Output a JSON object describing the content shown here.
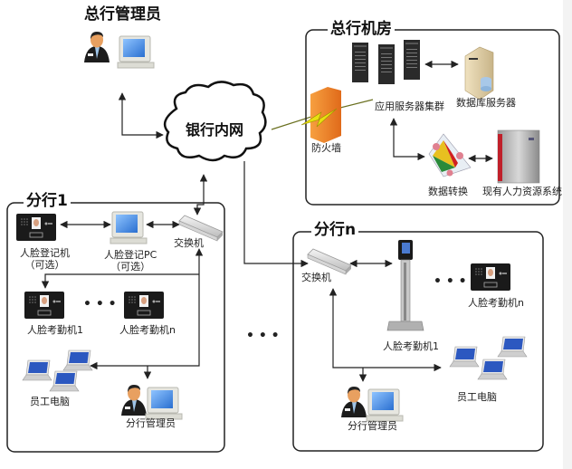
{
  "diagram": {
    "hq_admin": {
      "title": "总行管理员"
    },
    "intranet": {
      "label": "银行内网"
    },
    "hq_room": {
      "title": "总行机房",
      "firewall": "防火墙",
      "app_cluster": "应用服务器集群",
      "db_server": "数据库服务器",
      "data_convert": "数据转换",
      "hr_system": "现有人力资源系统"
    },
    "branch1": {
      "title": "分行1",
      "face_register": {
        "line1": "人脸登记机",
        "line2": "（可选）"
      },
      "face_register_pc": {
        "line1": "人脸登记PC",
        "line2": "（可选）"
      },
      "switch": "交换机",
      "terminal_1": "人脸考勤机1",
      "terminal_n": "人脸考勤机n",
      "ellipsis": "• • •",
      "employee_pcs": "员工电脑",
      "branch_admin": "分行管理员"
    },
    "between_branches": "• • •",
    "branchn": {
      "title": "分行n",
      "switch": "交换机",
      "terminal_1": "人脸考勤机1",
      "terminal_n": "人脸考勤机n",
      "ellipsis": "• • •",
      "employee_pcs": "员工电脑",
      "branch_admin": "分行管理员"
    },
    "colors": {
      "line": "#222222",
      "firewall": "#f08a2a",
      "lightning": "#d8d000",
      "server": "#2a2a2a",
      "monitor_screen": "#3b7fd6",
      "person_suit": "#1c1c1c",
      "person_skin": "#e8a060",
      "hr_system": "#b0b0b0",
      "hr_stripe": "#c0202a"
    }
  }
}
